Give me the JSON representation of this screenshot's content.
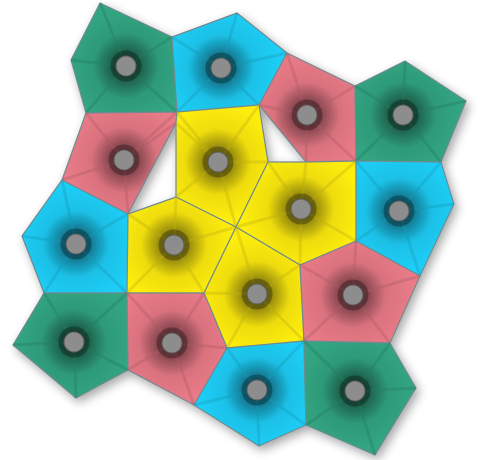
{
  "palette": {
    "green": "#2e9a78",
    "cyan": "#1cc0e6",
    "pink": "#d9727e",
    "yellow": "#eedc10"
  },
  "tiles": [
    {
      "name": "tile-green-top-left",
      "color": "green"
    },
    {
      "name": "tile-cyan-top",
      "color": "cyan"
    },
    {
      "name": "tile-pink-top-right",
      "color": "pink"
    },
    {
      "name": "tile-green-right-top",
      "color": "green"
    },
    {
      "name": "tile-pink-left",
      "color": "pink"
    },
    {
      "name": "tile-yellow-center-top",
      "color": "yellow"
    },
    {
      "name": "tile-yellow-center-right",
      "color": "yellow"
    },
    {
      "name": "tile-cyan-right",
      "color": "cyan"
    },
    {
      "name": "tile-cyan-left",
      "color": "cyan"
    },
    {
      "name": "tile-yellow-center-left",
      "color": "yellow"
    },
    {
      "name": "tile-yellow-center-bottom",
      "color": "yellow"
    },
    {
      "name": "tile-pink-right-bottom",
      "color": "pink"
    },
    {
      "name": "tile-green-bottom-left",
      "color": "green"
    },
    {
      "name": "tile-pink-bottom-left",
      "color": "pink"
    },
    {
      "name": "tile-cyan-bottom",
      "color": "cyan"
    },
    {
      "name": "tile-green-bottom-right",
      "color": "green"
    }
  ]
}
